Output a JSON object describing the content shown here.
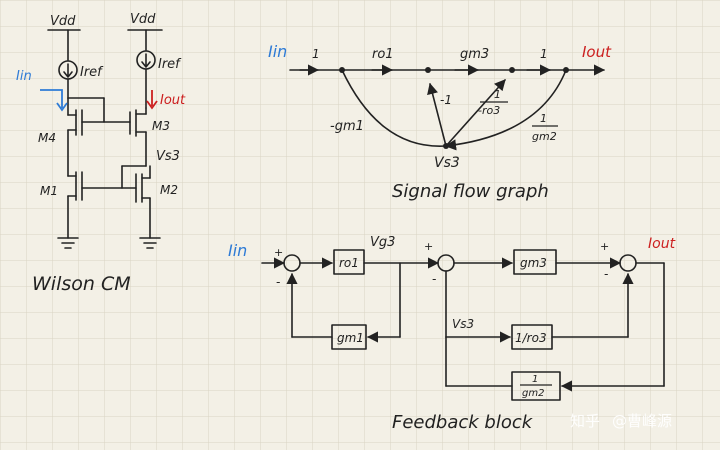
{
  "wilson": {
    "vdd_left": "Vdd",
    "vdd_right": "Vdd",
    "iref_left": "Iref",
    "iref_right": "Iref",
    "iin": "Iin",
    "iout": "Iout",
    "m4": "M4",
    "m3": "M3",
    "m1": "M1",
    "m2": "M2",
    "vs3": "Vs3",
    "caption": "Wilson CM"
  },
  "sfg": {
    "iin": "Iin",
    "iout": "Iout",
    "gain_1_left": "1",
    "ro1": "ro1",
    "gm3": "gm3",
    "gain_1_right": "1",
    "neg_gm1": "-gm1",
    "neg_1": "-1",
    "neg_1_ro3_num": "1",
    "neg_1_ro3_den": "-ro3",
    "one_gm2_num": "1",
    "one_gm2_den": "gm2",
    "vs3": "Vs3",
    "caption": "Signal flow graph"
  },
  "fb": {
    "iin": "Iin",
    "iout": "Iout",
    "vg3": "Vg3",
    "vs3": "Vs3",
    "ro1": "ro1",
    "gm3": "gm3",
    "gm1": "gm1",
    "inv_ro3": "1/ro3",
    "inv_gm2_num": "1",
    "inv_gm2_den": "gm2",
    "plus": "+",
    "minus": "-",
    "caption": "Feedback block"
  },
  "watermark": {
    "site": "知乎",
    "author": "@曹峰源"
  }
}
